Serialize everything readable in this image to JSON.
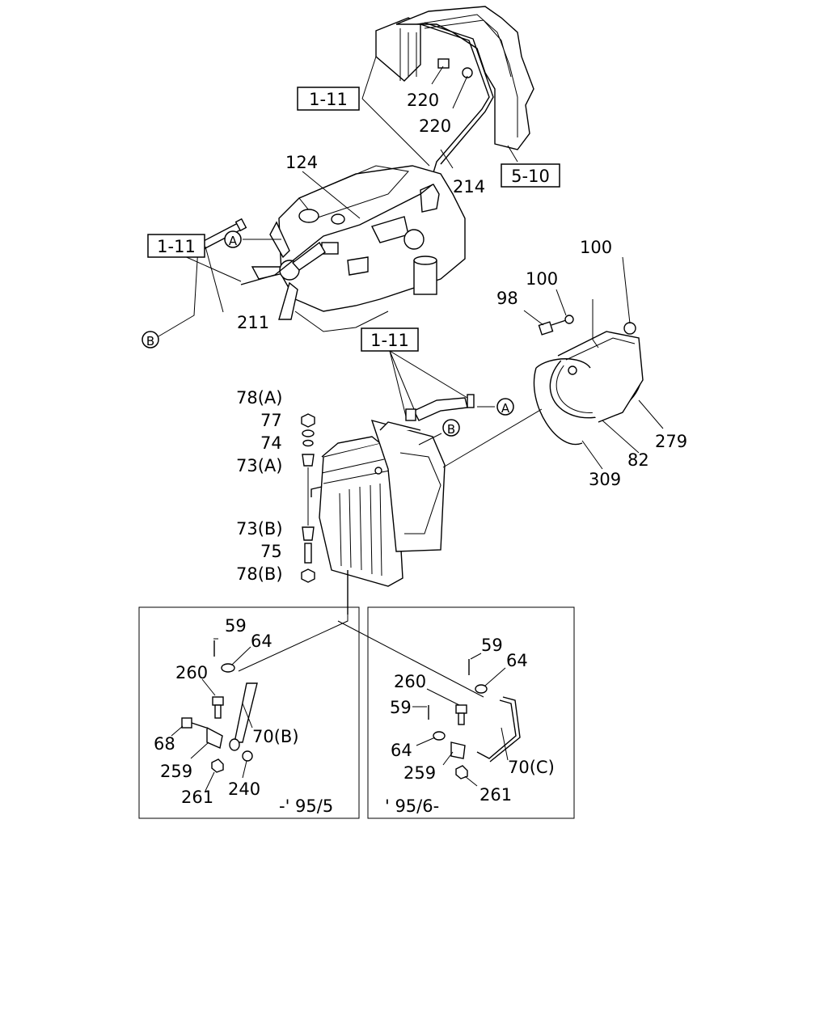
{
  "refs": {
    "top_1_11": "1-11",
    "top_5_10": "5-10",
    "left_1_11": "1-11",
    "mid_1_11": "1-11"
  },
  "markers": {
    "a": "A",
    "b": "B"
  },
  "labels": {
    "p220a": "220",
    "p220b": "220",
    "p214": "214",
    "p124": "124",
    "p211": "211",
    "p100a": "100",
    "p100b": "100",
    "p98": "98",
    "p279": "279",
    "p82": "82",
    "p309": "309",
    "p78a": "78(A)",
    "p77": "77",
    "p74": "74",
    "p73a": "73(A)",
    "p73b": "73(B)",
    "p75": "75",
    "p78b": "78(B)",
    "l59": "59",
    "l64": "64",
    "l260": "260",
    "l68": "68",
    "l70b": "70(B)",
    "l259": "259",
    "l261": "261",
    "l240": "240",
    "r59a": "59",
    "r64a": "64",
    "r260": "260",
    "r59b": "59",
    "r64b": "64",
    "r70c": "70(C)",
    "r259": "259",
    "r261": "261"
  },
  "panels": {
    "left_period": "-' 95/5",
    "right_period": "' 95/6-"
  }
}
